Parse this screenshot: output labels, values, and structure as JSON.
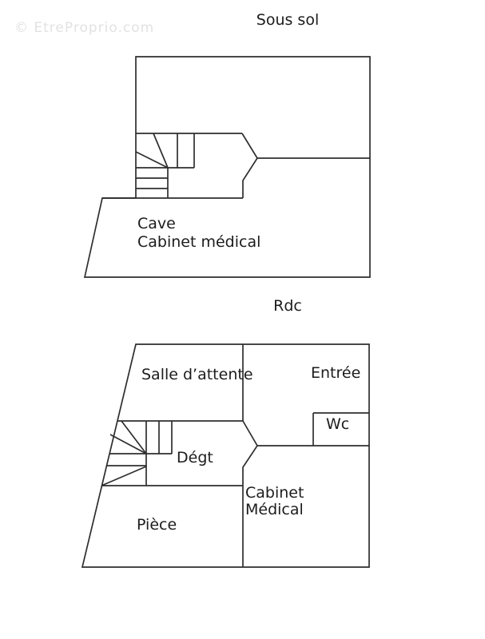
{
  "watermark": "© EtreProprio.com",
  "colors": {
    "line": "#2e2e2e",
    "text": "#1c1c1c",
    "watermark": "#e2e2e2",
    "bg": "#ffffff"
  },
  "floors": [
    {
      "title": "Sous sol",
      "labels": [
        {
          "text": "Cave"
        },
        {
          "text": "Cabinet médical"
        }
      ]
    },
    {
      "title": "Rdc",
      "labels": [
        {
          "text": "Salle d’attente"
        },
        {
          "text": "Entrée"
        },
        {
          "text": "Wc"
        },
        {
          "text": "Dégt"
        },
        {
          "text": "Cabinet\nMédical"
        },
        {
          "text": "Pièce"
        }
      ]
    }
  ]
}
